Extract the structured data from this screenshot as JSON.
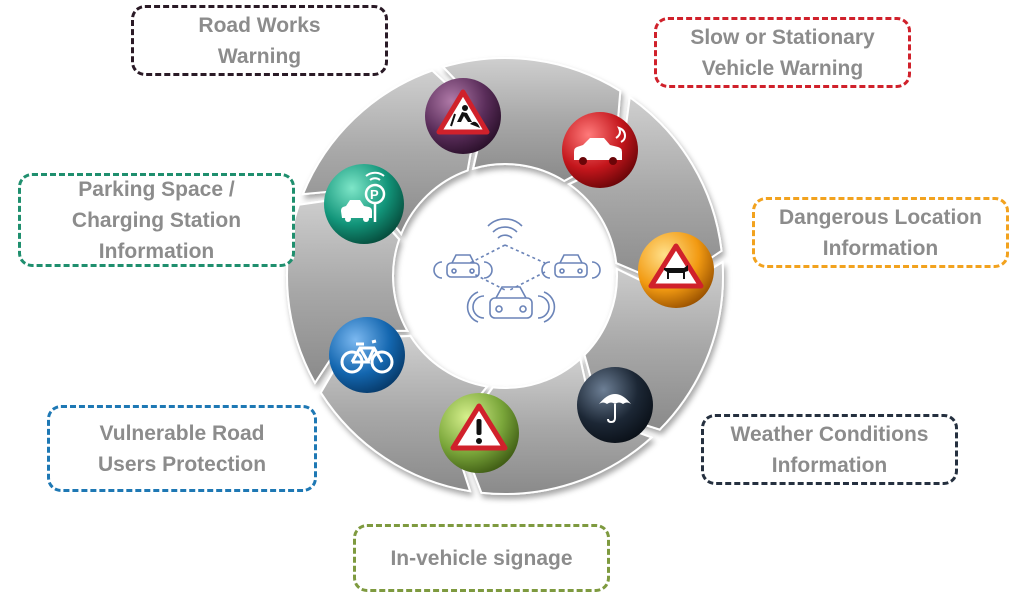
{
  "colors": {
    "wheel_segment": "#a7a7a7",
    "hub": "#ffffff",
    "label_text": "#8c8c8c",
    "car_icon": "#6b84b8"
  },
  "labels": {
    "road_works": {
      "line1": "Road Works",
      "line2": "Warning",
      "border": "#2a1a26"
    },
    "slow_vehicle": {
      "line1": "Slow or Stationary",
      "line2": "Vehicle Warning",
      "border": "#d0212b"
    },
    "dangerous_location": {
      "line1": "Dangerous Location",
      "line2": "Information",
      "border": "#f2a21e"
    },
    "weather": {
      "line1": "Weather Conditions",
      "line2": "Information",
      "border": "#25303f"
    },
    "in_vehicle": {
      "line1": "In-vehicle signage",
      "border": "#7e9a3f"
    },
    "vulnerable": {
      "line1": "Vulnerable Road",
      "line2": "Users Protection",
      "border": "#1e78b4"
    },
    "parking": {
      "line1": "Parking Space /",
      "line2": "Charging Station",
      "line3": "Information",
      "border": "#1f8f6e"
    }
  },
  "sphere_icons": {
    "road_works": {
      "icon": "road-works-sign-icon",
      "color": "#5a2d5a"
    },
    "slow_vehicle": {
      "icon": "broken-down-car-icon",
      "color": "#c4161c"
    },
    "dangerous_location": {
      "icon": "animal-crossing-sign-icon",
      "color": "#f29a12"
    },
    "weather": {
      "icon": "umbrella-icon",
      "color": "#1c2735"
    },
    "in_vehicle": {
      "icon": "warning-sign-icon",
      "color": "#7aa63a"
    },
    "vulnerable": {
      "icon": "bicycle-icon",
      "color": "#1467b0"
    },
    "parking": {
      "icon": "parking-car-icon",
      "color": "#12957a"
    }
  },
  "hub_icon": "connected-cars-icon"
}
